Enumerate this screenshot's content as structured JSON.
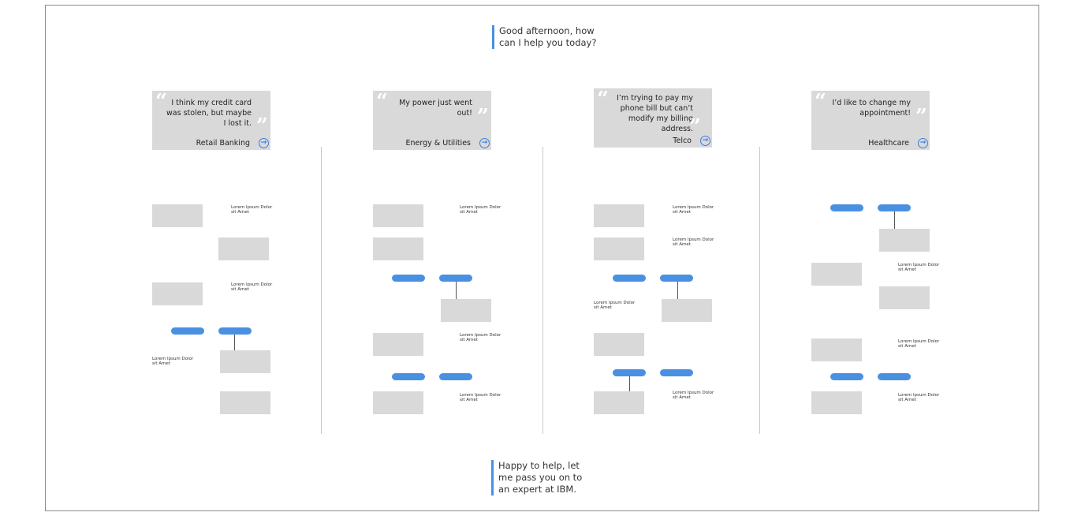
{
  "greeting": "Good afternoon, how can I help you today?",
  "handoff": "Happy to help, let me pass you on to an expert at IBM.",
  "placeholder": "Lorem Ipsum Dolor sit Amet",
  "icons": {
    "quote_open": "“",
    "quote_close": "”",
    "arrow": "→"
  },
  "colors": {
    "accent": "#4a90e2",
    "card_bg": "#d9d9d9"
  },
  "cards": [
    {
      "quote": "I think my credit card was stolen, but maybe I lost it.",
      "label": "Retail Banking"
    },
    {
      "quote": "My power just went out!",
      "label": "Energy & Utilities"
    },
    {
      "quote": "I’m trying to pay my phone bill but can’t modify my billing address.",
      "label": "Telco"
    },
    {
      "quote": "I’d like to change my appointment!",
      "label": "Healthcare"
    }
  ]
}
